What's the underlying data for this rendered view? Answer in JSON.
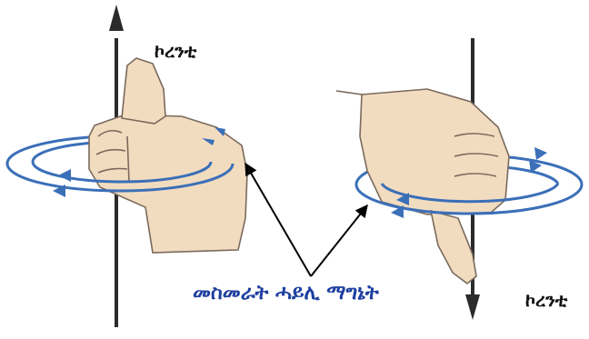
{
  "labels": {
    "current_left": "ኮረንቲ",
    "current_right": "ኮረንቲ",
    "magnetic_field_lines": "መስመራት ሓይሊ ማግኔት"
  },
  "colors": {
    "field_lines": "#3b6fb8",
    "skin": "#f2dcc0",
    "skin_outline": "#7a6a5c",
    "wire": "#2b2b2b",
    "label_blue": "#1e3fa0",
    "pointer": "#000000"
  }
}
